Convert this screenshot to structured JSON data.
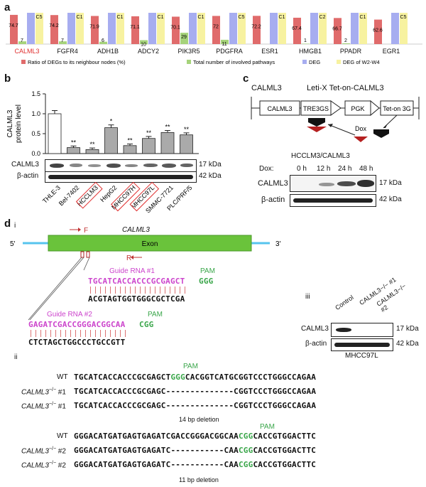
{
  "panels": {
    "a": "a",
    "b": "b",
    "c": "c",
    "d": "d",
    "i": "i",
    "ii": "ii",
    "iii": "iii"
  },
  "colors": {
    "ratio": "#e06b6b",
    "pathways": "#a6d37b",
    "deg": "#a7adf0",
    "deg_w2w4": "#f7f2a0",
    "highlight": "#e03030",
    "pam": "#3aa64a",
    "guide": "#cc44cc",
    "exon": "#6ac33b",
    "line": "#56c4ee"
  },
  "chart_data": [
    {
      "type": "bar",
      "categories": [
        "CALML3",
        "FGFR4",
        "ADH1B",
        "ADCY2",
        "PIK3R5",
        "PDGFRA",
        "ESR1",
        "HMGB1",
        "PPADR",
        "EGR1"
      ],
      "series": [
        {
          "name": "Ratio of DEGs to its neighbour nodes (%)",
          "values": [
            74.7,
            74.2,
            71.9,
            71.1,
            70.1,
            72.0,
            72.2,
            67.4,
            66.7,
            62.6
          ]
        },
        {
          "name": "Total number of involved pathways",
          "values": [
            7,
            7,
            6,
            10,
            29,
            11,
            0,
            1,
            2,
            0
          ]
        },
        {
          "name": "DEG",
          "values": [
            80,
            80,
            80,
            80,
            80,
            80,
            80,
            80,
            80,
            80
          ]
        },
        {
          "name": "DEG of W2-W4",
          "values": [
            80,
            80,
            80,
            80,
            80,
            80,
            80,
            80,
            80,
            80
          ],
          "labels": [
            "C5",
            "C1",
            "C1",
            "C1",
            "C1",
            "C5",
            "C1",
            "C2",
            "C1",
            "C5"
          ]
        }
      ]
    },
    {
      "type": "bar",
      "categories": [
        "THLE-3",
        "Bel-7402",
        "HCCLM3",
        "HepG2",
        "MHCC97H",
        "MHCC97L",
        "SMMC-7721",
        "PLC/PRF/5"
      ],
      "values": [
        1.0,
        0.15,
        0.1,
        0.65,
        0.2,
        0.38,
        0.53,
        0.47
      ],
      "errors": [
        0.08,
        0.04,
        0.04,
        0.07,
        0.04,
        0.05,
        0.05,
        0.05
      ],
      "stars": [
        "",
        "**",
        "**",
        "*",
        "**",
        "**",
        "**",
        "**"
      ],
      "ylabel": "CALML3 protein level",
      "yticks": [
        "0.0",
        "0.5",
        "1.0",
        "1.5"
      ],
      "ylim": [
        0,
        1.5
      ]
    }
  ],
  "b_blot": {
    "rows": [
      "CALML3",
      "β-actin"
    ],
    "sizes": [
      "17 kDa",
      "42 kDa"
    ],
    "boxed": [
      "HCCLM3",
      "MHCC97H",
      "MHCC97L"
    ]
  },
  "c": {
    "gene": "CALML3",
    "vector": "Leti-X Tet-on-CALML3",
    "boxes": [
      "CALML3",
      "TRE3GS",
      "PGK",
      "Tet-on 3G"
    ],
    "dox": "Dox",
    "blot_title": "HCCLM3/CALML3",
    "dox_label": "Dox:",
    "times": [
      "0 h",
      "12 h",
      "24 h",
      "48 h"
    ],
    "rows": [
      "CALML3",
      "β-actin"
    ],
    "sizes": [
      "17 kDa",
      "42 kDa"
    ]
  },
  "d": {
    "gene": "CALML3",
    "exon": "Exon",
    "five": "5'",
    "three": "3'",
    "F": "F",
    "R": "R",
    "guide1": "Guide RNA #1",
    "guide1_seq": "TGCATCACCACCCGCGAGCT",
    "guide1_pam": "GGG",
    "guide1_comp": "ACGTAGTGGTGGGCGCTCGA",
    "guide2": "Guide RNA #2",
    "guide2_seq": "GAGATCGACCGGGACGGCAA",
    "guide2_pam": "CGG",
    "guide2_comp": "CTCTAGCTGGCCCTGCCGTT",
    "pam": "PAM",
    "ii_rows1": [
      {
        "label": "WT",
        "pre": "TGCATCACCACCCGCGAGCT",
        "pam": "GGG",
        "post": "CACGGTCATGCGGTCCCTGGGCCAGAA"
      },
      {
        "label": "CALML3",
        "sup": "−/−",
        "num": "#1",
        "pre": "TGCATCACCACCCGCGAGC",
        "pam": "",
        "post": "--------------CGGTCCCTGGGCCAGAA"
      },
      {
        "label": "CALML3",
        "sup": "−/−",
        "num": "#1",
        "pre": "TGCATCACCACCCGCGAGC",
        "pam": "",
        "post": "--------------CGGTCCCTGGGCCAGAA"
      }
    ],
    "del1": "14 bp deletion",
    "ii_rows2": [
      {
        "label": "WT",
        "pre": "GGGACATGATGAGTGAGATCGACCGGGACGGCAA",
        "pam": "CGG",
        "post": "CACCGTGGACTTC"
      },
      {
        "label": "CALML3",
        "sup": "−/−",
        "num": "#2",
        "pre": "GGGACATGATGAGTGAGATC-----------CAA",
        "pam": "CGG",
        "post": "CACCGTGGACTTC"
      },
      {
        "label": "CALML3",
        "sup": "−/−",
        "num": "#2",
        "pre": "GGGACATGATGAGTGAGATC-----------CAA",
        "pam": "CGG",
        "post": "CACCGTGGACTTC"
      }
    ],
    "del2": "11 bp deletion",
    "iii": {
      "lanes": [
        "Control",
        "CALML3−/− #1",
        "CALML3−/− #2"
      ],
      "rows": [
        "CALML3",
        "β-actin"
      ],
      "sizes": [
        "17 kDa",
        "42 kDa"
      ],
      "cell": "MHCC97L"
    }
  }
}
